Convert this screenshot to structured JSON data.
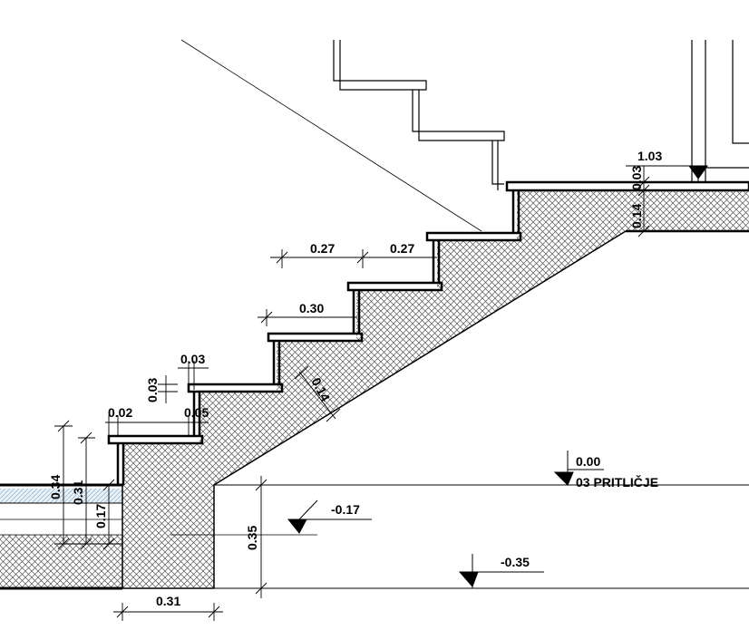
{
  "dimensions": {
    "tread_a": "0.27",
    "tread_b": "0.27",
    "tread_c": "0.30",
    "nosing": "0.03",
    "nosing_height": "0.03",
    "gap_left": "0.02",
    "gap_right": "0.05",
    "slab_thickness": "0.14",
    "landing_width": "1.03",
    "landing_top": "0.03",
    "landing_slab": "0.14",
    "height_034": "0.34",
    "height_031": "0.31",
    "height_017": "0.17",
    "foundation_depth": "0.35",
    "foundation_width": "0.31"
  },
  "levels": {
    "ground": "0.00",
    "ground_name": "03 PRITLIČJE",
    "minus_017": "-0.17",
    "minus_035": "-0.35"
  }
}
